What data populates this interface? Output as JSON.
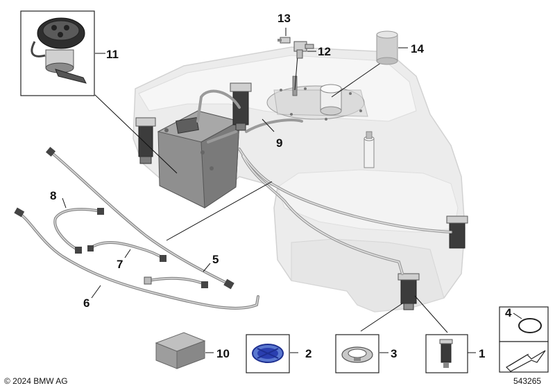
{
  "callouts": {
    "c1": "1",
    "c2": "2",
    "c3": "3",
    "c4": "4",
    "c5": "5",
    "c6": "6",
    "c7": "7",
    "c8": "8",
    "c9": "9",
    "c10": "10",
    "c11": "11",
    "c12": "12",
    "c13": "13",
    "c14": "14"
  },
  "footer": {
    "copyright": "© 2024 BMW AG",
    "diagram_number": "543265"
  },
  "colors": {
    "tank_fill": "#ececec",
    "tank_stroke": "#cfcfcf",
    "line": "#111111",
    "accent_blue": "#2a3fb0"
  }
}
